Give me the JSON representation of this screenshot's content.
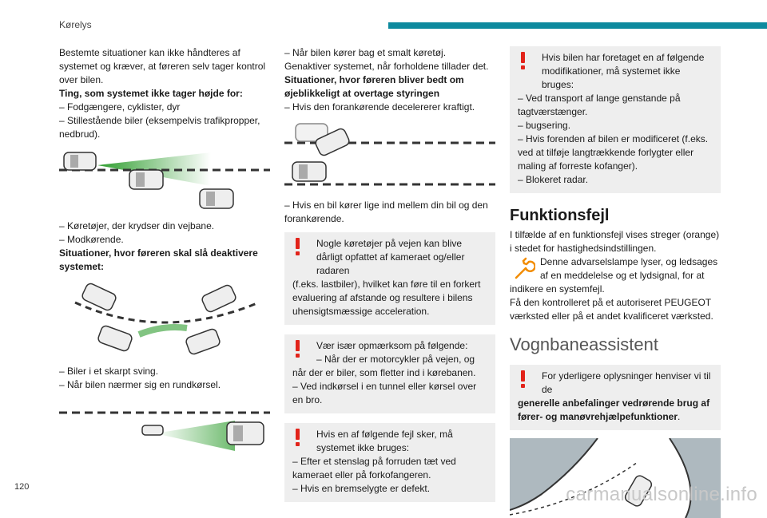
{
  "header": {
    "title": "Kørelys"
  },
  "page_number": "120",
  "watermark": "carmanualsonline.info",
  "col1": {
    "intro": "Bestemte situationer kan ikke håndteres af systemet og kræver, at føreren selv tager kontrol over bilen.",
    "heading1": "Ting, som systemet ikke tager højde for:",
    "items1": [
      "– Fodgængere, cyklister, dyr",
      "– Stillestående biler (eksempelvis trafikpropper, nedbrud)."
    ],
    "items2": [
      "– Køretøjer, der krydser din vejbane.",
      "– Modkørende."
    ],
    "heading2": "Situationer, hvor føreren skal slå deaktivere systemet:",
    "items3": [
      "– Biler i et skarpt sving.",
      "– Når bilen nærmer sig en rundkørsel."
    ]
  },
  "col2": {
    "p1": "– Når bilen kører bag et smalt køretøj.",
    "p2": "Genaktiver systemet, når forholdene tillader det.",
    "heading": "Situationer, hvor føreren bliver bedt om øjeblikkeligt at overtage styringen",
    "p3": "– Hvis den forankørende decelererer kraftigt.",
    "p4": "– Hvis en bil kører lige ind mellem din bil og den forankørende.",
    "note1_first": "Nogle køretøjer på vejen kan blive dårligt opfattet af kameraet og/eller radaren",
    "note1_rest": "(f.eks. lastbiler), hvilket kan føre til en forkert evaluering af afstande og resultere i bilens uhensigtsmæssige acceleration.",
    "note2_first": "Vær især opmærksom på følgende:",
    "note2_lines": [
      "– Når der er motorcykler på vejen, og",
      "når der er biler, som fletter ind i kørebanen.",
      "– Ved indkørsel i en tunnel eller kørsel over en bro."
    ],
    "note3_first": "Hvis en af følgende fejl sker, må systemet ikke bruges:",
    "note3_lines": [
      "– Efter et stenslag på forruden tæt ved kameraet eller på forkofangeren.",
      "– Hvis en bremselygte er defekt."
    ]
  },
  "col3": {
    "note1_first": "Hvis bilen har foretaget en af følgende modifikationer, må systemet ikke bruges:",
    "note1_lines": [
      "– Ved transport af lange genstande på tagtværstænger.",
      "– bugsering.",
      "– Hvis forenden af bilen er modificeret (f.eks. ved at tilføje langtrækkende forlygter eller maling af forreste kofanger).",
      "– Blokeret radar."
    ],
    "heading_fault": "Funktionsfejl",
    "fault_p1": "I tilfælde af en funktionsfejl vises streger (orange) i stedet for hastighedsindstillingen.",
    "fault_p2_first": "Denne advarselslampe lyser, og ledsages af en meddelelse og et lydsignal, for at",
    "fault_p2_rest": "indikere en systemfejl.",
    "fault_p3": "Få den kontrolleret på et autoriseret PEUGEOT værksted eller på et andet kvalificeret værksted.",
    "heading_lane": "Vognbaneassistent",
    "note2_first": "For yderligere oplysninger henviser vi til de",
    "note2_bold": "generelle anbefalinger vedrørende brug af fører- og manøvrehjælpefunktioner",
    "note2_end": "."
  },
  "colors": {
    "accent": "#0d8a9e",
    "warning": "#e2231a",
    "wrench": "#f28c00",
    "sensor": "#3aa23a"
  }
}
